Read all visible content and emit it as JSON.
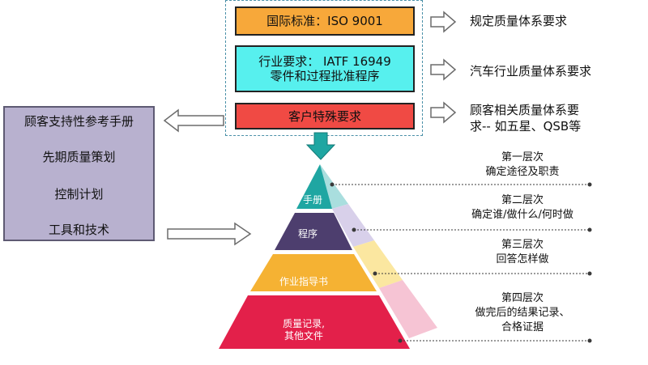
{
  "requirements": {
    "box1": "国际标准：ISO 9001",
    "box2_line1": "行业要求：  IATF  16949",
    "box2_line2": "零件和过程批准程序",
    "box3": "客户特殊要求"
  },
  "right_labels": {
    "label1": "规定质量体系要求",
    "label2": "汽车行业质量体系要求",
    "label3_line1": "顾客相关质量体系要",
    "label3_line2": "求-- 如五星、QSB等"
  },
  "support_panel": {
    "items": [
      "顾客支持性参考手册",
      "先期质量策划",
      "控制计划",
      "工具和技术"
    ]
  },
  "pyramid": {
    "tiers": [
      {
        "name": "手册",
        "color": "#1fa6a2"
      },
      {
        "name": "程序",
        "color": "#4d3e6e"
      },
      {
        "name": "作业指导书",
        "color": "#f5b233"
      },
      {
        "name_line1": "质量记录,",
        "name_line2": "其他文件",
        "color": "#e3204a"
      }
    ]
  },
  "levels": [
    {
      "title": "第一层次",
      "desc": "确定途径及职责"
    },
    {
      "title": "第二层次",
      "desc": "确定谁/做什么/何时做"
    },
    {
      "title": "第三层次",
      "desc": "回答怎样做"
    },
    {
      "title": "第四层次",
      "desc_line1": "做完后的结果记录、",
      "desc_line2": "合格证据"
    }
  ]
}
